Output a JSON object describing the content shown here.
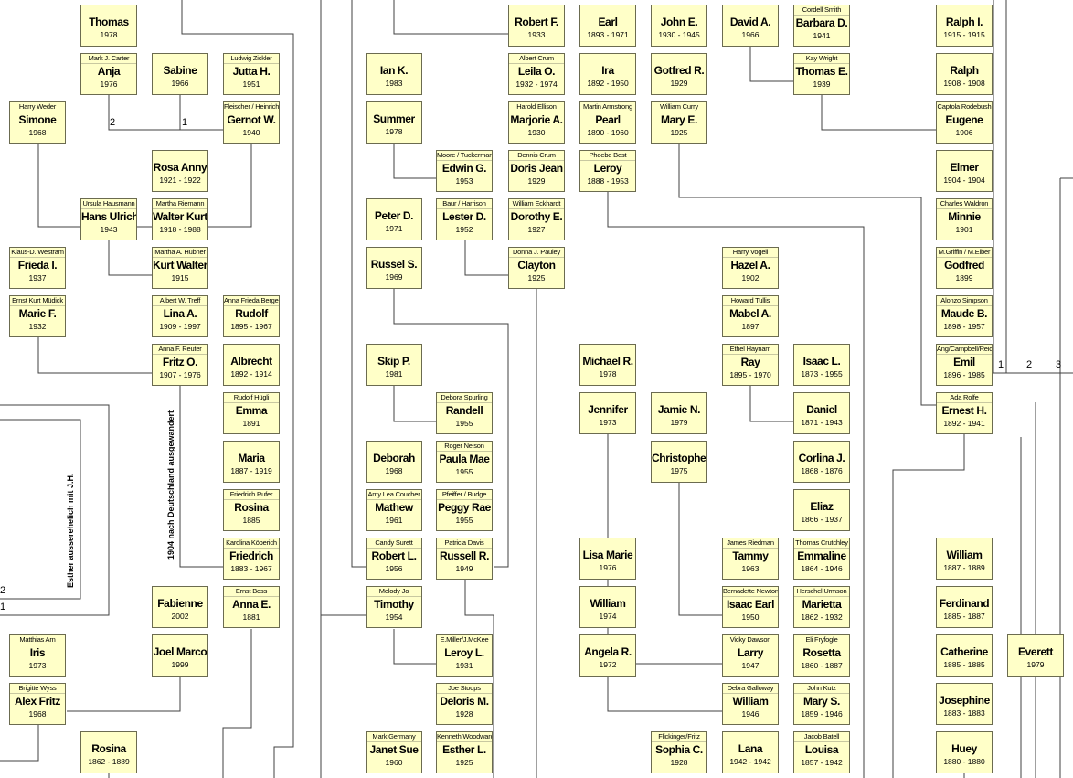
{
  "tree": {
    "people": [
      {
        "spouse": "",
        "name": "Thomas",
        "dates": "1978"
      },
      {
        "spouse": "Mark J. Carter",
        "name": "Anja",
        "dates": "1976"
      },
      {
        "spouse": "",
        "name": "Sabine",
        "dates": "1966"
      },
      {
        "spouse": "Ludwig Zickler",
        "name": "Jutta H.",
        "dates": "1951"
      },
      {
        "spouse": "Harry Weder",
        "name": "Simone",
        "dates": "1968"
      },
      {
        "spouse": "Fleischer / Heinrich",
        "name": "Gernot W.",
        "dates": "1940"
      },
      {
        "spouse": "",
        "name": "Rosa Anny",
        "dates": "1921 - 1922"
      },
      {
        "spouse": "Ursula Hausmann",
        "name": "Hans Ulrich",
        "dates": "1943"
      },
      {
        "spouse": "Martha Riemann",
        "name": "Walter Kurt",
        "dates": "1918 - 1988"
      },
      {
        "spouse": "Klaus-D. Westram",
        "name": "Frieda I.",
        "dates": "1937"
      },
      {
        "spouse": "Martha A. Hübner",
        "name": "Kurt Walter",
        "dates": "1915"
      },
      {
        "spouse": "Ernst Kurt Müdick",
        "name": "Marie F.",
        "dates": "1932"
      },
      {
        "spouse": "Albert W. Treff",
        "name": "Lina A.",
        "dates": "1909 - 1997"
      },
      {
        "spouse": "Anna Frieda Berger",
        "name": "Rudolf",
        "dates": "1895 - 1967"
      },
      {
        "spouse": "Anna F. Reuter",
        "name": "Fritz O.",
        "dates": "1907 - 1976"
      },
      {
        "spouse": "",
        "name": "Albrecht",
        "dates": "1892 - 1914"
      },
      {
        "spouse": "Rudolf Hügli",
        "name": "Emma",
        "dates": "1891"
      },
      {
        "spouse": "",
        "name": "Maria",
        "dates": "1887 - 1919"
      },
      {
        "spouse": "Friedrich Rufer",
        "name": "Rosina",
        "dates": "1885"
      },
      {
        "spouse": "Karolina Köberich",
        "name": "Friedrich",
        "dates": "1883 - 1967"
      },
      {
        "spouse": "",
        "name": "Fabienne",
        "dates": "2002"
      },
      {
        "spouse": "Ernst Boss",
        "name": "Anna E.",
        "dates": "1881"
      },
      {
        "spouse": "Matthias Arn",
        "name": "Iris",
        "dates": "1973"
      },
      {
        "spouse": "",
        "name": "Joel Marco",
        "dates": "1999"
      },
      {
        "spouse": "Brigitte Wyss",
        "name": "Alex Fritz",
        "dates": "1968"
      },
      {
        "spouse": "",
        "name": "Rosina",
        "dates": "1862 - 1889"
      },
      {
        "spouse": "",
        "name": "Ian K.",
        "dates": "1983"
      },
      {
        "spouse": "",
        "name": "Summer",
        "dates": "1978"
      },
      {
        "spouse": "",
        "name": "Robert F.",
        "dates": "1933"
      },
      {
        "spouse": "Albert Crum",
        "name": "Leila O.",
        "dates": "1932 - 1974"
      },
      {
        "spouse": "Harold Ellison",
        "name": "Marjorie A.",
        "dates": "1930"
      },
      {
        "spouse": "Moore / Tuckerman",
        "name": "Edwin G.",
        "dates": "1953"
      },
      {
        "spouse": "Dennis Crum",
        "name": "Doris Jean",
        "dates": "1929"
      },
      {
        "spouse": "",
        "name": "Peter D.",
        "dates": "1971"
      },
      {
        "spouse": "Baur / Harrison",
        "name": "Lester D.",
        "dates": "1952"
      },
      {
        "spouse": "William Eckhardt",
        "name": "Dorothy E.",
        "dates": "1927"
      },
      {
        "spouse": "",
        "name": "Russel S.",
        "dates": "1969"
      },
      {
        "spouse": "Donna J. Pauley",
        "name": "Clayton",
        "dates": "1925"
      },
      {
        "spouse": "",
        "name": "Skip P.",
        "dates": "1981"
      },
      {
        "spouse": "Debora Spurling",
        "name": "Randell",
        "dates": "1955"
      },
      {
        "spouse": "",
        "name": "Deborah",
        "dates": "1968"
      },
      {
        "spouse": "Roger Nelson",
        "name": "Paula Mae",
        "dates": "1955"
      },
      {
        "spouse": "Amy Lea Coucher",
        "name": "Mathew",
        "dates": "1961"
      },
      {
        "spouse": "Pfeiffer / Budge",
        "name": "Peggy Rae",
        "dates": "1955"
      },
      {
        "spouse": "Candy Surett",
        "name": "Robert L.",
        "dates": "1956"
      },
      {
        "spouse": "Patricia Davis",
        "name": "Russell R.",
        "dates": "1949"
      },
      {
        "spouse": "Melody Jo",
        "name": "Timothy",
        "dates": "1954"
      },
      {
        "spouse": "E.Miller/J.McKee",
        "name": "Leroy L.",
        "dates": "1931"
      },
      {
        "spouse": "Joe Stoops",
        "name": "Deloris M.",
        "dates": "1928"
      },
      {
        "spouse": "Mark Germany",
        "name": "Janet Sue",
        "dates": "1960"
      },
      {
        "spouse": "Kenneth Woodward",
        "name": "Esther L.",
        "dates": "1925"
      },
      {
        "spouse": "",
        "name": "Earl",
        "dates": "1893 - 1971"
      },
      {
        "spouse": "",
        "name": "Ira",
        "dates": "1892 - 1950"
      },
      {
        "spouse": "Martin Armstrong",
        "name": "Pearl",
        "dates": "1890 - 1960"
      },
      {
        "spouse": "Phoebe Best",
        "name": "Leroy",
        "dates": "1888 - 1953"
      },
      {
        "spouse": "",
        "name": "John E.",
        "dates": "1930 - 1945"
      },
      {
        "spouse": "",
        "name": "Gotfred R.",
        "dates": "1929"
      },
      {
        "spouse": "William Curry",
        "name": "Mary E.",
        "dates": "1925"
      },
      {
        "spouse": "",
        "name": "Michael R.",
        "dates": "1978"
      },
      {
        "spouse": "",
        "name": "Jennifer",
        "dates": "1973"
      },
      {
        "spouse": "",
        "name": "Jamie N.",
        "dates": "1979"
      },
      {
        "spouse": "",
        "name": "Christopher",
        "dates": "1975"
      },
      {
        "spouse": "",
        "name": "Lisa Marie",
        "dates": "1976"
      },
      {
        "spouse": "",
        "name": "William",
        "dates": "1974"
      },
      {
        "spouse": "",
        "name": "Angela R.",
        "dates": "1972"
      },
      {
        "spouse": "Flickinger/Fritz",
        "name": "Sophia C.",
        "dates": "1928"
      },
      {
        "spouse": "",
        "name": "David A.",
        "dates": "1966"
      },
      {
        "spouse": "Cordell Smith",
        "name": "Barbara D.",
        "dates": "1941"
      },
      {
        "spouse": "Kay Wright",
        "name": "Thomas E.",
        "dates": "1939"
      },
      {
        "spouse": "Harry Vogeli",
        "name": "Hazel A.",
        "dates": "1902"
      },
      {
        "spouse": "Howard Tullis",
        "name": "Mabel A.",
        "dates": "1897"
      },
      {
        "spouse": "Ethel Haynam",
        "name": "Ray",
        "dates": "1895 - 1970"
      },
      {
        "spouse": "",
        "name": "Isaac L.",
        "dates": "1873 - 1955"
      },
      {
        "spouse": "",
        "name": "Daniel",
        "dates": "1871 - 1943"
      },
      {
        "spouse": "",
        "name": "Corlina J.",
        "dates": "1868 - 1876"
      },
      {
        "spouse": "",
        "name": "Eliaz",
        "dates": "1866 - 1937"
      },
      {
        "spouse": "James Riedman",
        "name": "Tammy",
        "dates": "1963"
      },
      {
        "spouse": "Thomas Crutchley",
        "name": "Emmaline",
        "dates": "1864 - 1946"
      },
      {
        "spouse": "Bernadette Newton",
        "name": "Isaac Earl",
        "dates": "1950"
      },
      {
        "spouse": "Herschel Urmson",
        "name": "Marietta",
        "dates": "1862 - 1932"
      },
      {
        "spouse": "Vicky Dawson",
        "name": "Larry",
        "dates": "1947"
      },
      {
        "spouse": "Eli Fryfogle",
        "name": "Rosetta",
        "dates": "1860 - 1887"
      },
      {
        "spouse": "Debra Galloway",
        "name": "William",
        "dates": "1946"
      },
      {
        "spouse": "John Kutz",
        "name": "Mary S.",
        "dates": "1859 - 1946"
      },
      {
        "spouse": "",
        "name": "Lana",
        "dates": "1942 - 1942"
      },
      {
        "spouse": "Jacob Batell",
        "name": "Louisa",
        "dates": "1857 - 1942"
      },
      {
        "spouse": "",
        "name": "Ralph I.",
        "dates": "1915 - 1915"
      },
      {
        "spouse": "",
        "name": "Ralph",
        "dates": "1908 - 1908"
      },
      {
        "spouse": "Captola Rodebush",
        "name": "Eugene",
        "dates": "1906"
      },
      {
        "spouse": "",
        "name": "Elmer",
        "dates": "1904 - 1904"
      },
      {
        "spouse": "Charles Waldron",
        "name": "Minnie",
        "dates": "1901"
      },
      {
        "spouse": "M.Griffin / M.Elber",
        "name": "Godfred",
        "dates": "1899"
      },
      {
        "spouse": "Alonzo Simpson",
        "name": "Maude B.",
        "dates": "1898 - 1957"
      },
      {
        "spouse": "Ang/Campbell/Reich",
        "name": "Emil",
        "dates": "1896 - 1985"
      },
      {
        "spouse": "Ada Rolfe",
        "name": "Ernest H.",
        "dates": "1892 - 1941"
      },
      {
        "spouse": "",
        "name": "William",
        "dates": "1887 - 1889"
      },
      {
        "spouse": "",
        "name": "Ferdinand",
        "dates": "1885 - 1887"
      },
      {
        "spouse": "",
        "name": "Catherine",
        "dates": "1885 - 1885"
      },
      {
        "spouse": "",
        "name": "Everett",
        "dates": "1979"
      },
      {
        "spouse": "",
        "name": "Josephine",
        "dates": "1883 - 1883"
      },
      {
        "spouse": "",
        "name": "Huey",
        "dates": "1880 - 1880"
      }
    ],
    "annotations": {
      "emigration": "1904 nach Deutschland ausgewandert",
      "illegitimate": "Esther ausserehelich mit J.H."
    },
    "marriage_numbers": [
      "2",
      "1",
      "1",
      "2",
      "3",
      "2",
      "1"
    ]
  }
}
